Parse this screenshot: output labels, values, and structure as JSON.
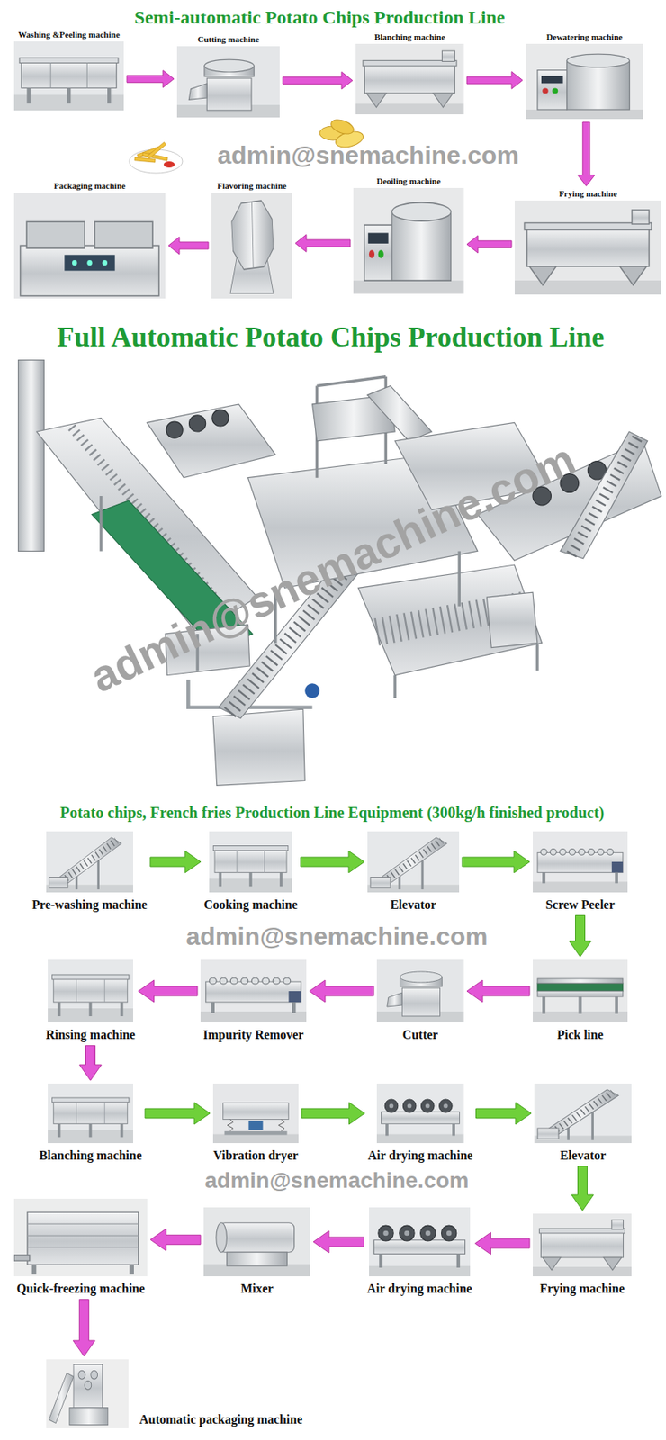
{
  "diagram": {
    "title": "Semi-automatic Potato Chips Production Line",
    "nodes": [
      {
        "text": [
          "Washing &Peeling machine"
        ]
      },
      {
        "text": [
          "Cutting machine"
        ]
      },
      {
        "text": [
          "Blanching machine"
        ]
      },
      {
        "text": [
          "Dewatering machine"
        ]
      },
      {
        "text": [
          "Packaging machine"
        ]
      },
      {
        "text": [
          "Flavoring machine"
        ]
      },
      {
        "text": [
          "Deoiling machine"
        ]
      },
      {
        "text": [
          "Frying machine"
        ]
      },
      {
        "text": [
          "Pre-washing machine"
        ]
      },
      {
        "text": [
          "Cooking machine"
        ]
      },
      {
        "text": [
          "Elevator"
        ]
      },
      {
        "text": [
          "Screw Peeler"
        ]
      },
      {
        "text": [
          "Rinsing machine"
        ]
      },
      {
        "text": [
          "Impurity Remover"
        ]
      },
      {
        "text": [
          "Cutter"
        ]
      },
      {
        "text": [
          "Pick line"
        ]
      },
      {
        "text": [
          "Blanching machine"
        ]
      },
      {
        "text": [
          "Vibration dryer"
        ]
      },
      {
        "text": [
          "Air drying machine"
        ]
      },
      {
        "text": [
          "Elevator"
        ]
      },
      {
        "text": [
          "Quick-freezing machine"
        ]
      },
      {
        "text": [
          "Mixer"
        ]
      },
      {
        "text": [
          "Air drying machine"
        ]
      },
      {
        "text": [
          "Frying machine"
        ]
      },
      {
        "text": [
          "Automatic packaging machine"
        ]
      }
    ],
    "edges": [
      {
        "from": 0,
        "to": 1,
        "arrow": "to"
      },
      {
        "from": 1,
        "to": 2,
        "arrow": "to"
      },
      {
        "from": 2,
        "to": 3,
        "arrow": "to"
      },
      {
        "from": 3,
        "to": 7,
        "arrow": "to"
      },
      {
        "from": 7,
        "to": 6,
        "arrow": "to"
      },
      {
        "from": 6,
        "to": 5,
        "arrow": "to"
      },
      {
        "from": 5,
        "to": 4,
        "arrow": "to"
      },
      {
        "from": 8,
        "to": 9,
        "arrow": "to"
      },
      {
        "from": 9,
        "to": 10,
        "arrow": "to"
      },
      {
        "from": 10,
        "to": 11,
        "arrow": "to"
      },
      {
        "from": 11,
        "to": 15,
        "arrow": "to"
      },
      {
        "from": 15,
        "to": 14,
        "arrow": "to"
      },
      {
        "from": 14,
        "to": 13,
        "arrow": "to"
      },
      {
        "from": 13,
        "to": 12,
        "arrow": "to"
      },
      {
        "from": 12,
        "to": 16,
        "arrow": "to"
      },
      {
        "from": 16,
        "to": 17,
        "arrow": "to"
      },
      {
        "from": 17,
        "to": 18,
        "arrow": "to"
      },
      {
        "from": 18,
        "to": 19,
        "arrow": "to"
      },
      {
        "from": 19,
        "to": 23,
        "arrow": "to"
      },
      {
        "from": 23,
        "to": 22,
        "arrow": "to"
      },
      {
        "from": 22,
        "to": 21,
        "arrow": "to"
      },
      {
        "from": 21,
        "to": 20,
        "arrow": "to"
      },
      {
        "from": 20,
        "to": 24,
        "arrow": "to"
      }
    ],
    "labels": [
      "Full Automatic Potato Chips Production Line",
      "Potato chips, French fries Production Line Equipment (300kg/h finished product)",
      "admin@snemachine.com",
      "admin@snemachine.com",
      "admin@snemachine.com",
      "admin@snemachine.com"
    ]
  }
}
